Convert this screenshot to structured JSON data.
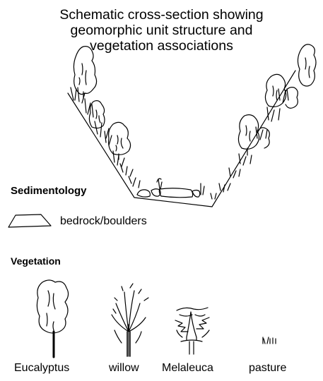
{
  "title_lines": [
    "Schematic cross-section showing",
    "geomorphic unit structure and",
    "vegetation associations"
  ],
  "legend": {
    "sedimentology": {
      "heading": "Sedimentology",
      "items": [
        {
          "label": "bedrock/boulders",
          "icon": "boulder-icon"
        }
      ]
    },
    "vegetation": {
      "heading": "Vegetation",
      "items": [
        {
          "label": "Eucalyptus",
          "icon": "eucalyptus-icon"
        },
        {
          "label": "willow",
          "icon": "willow-icon"
        },
        {
          "label": "Melaleuca",
          "icon": "melaleuca-icon"
        },
        {
          "label": "pasture",
          "icon": "pasture-icon"
        }
      ]
    }
  },
  "colors": {
    "ink": "#000000",
    "background": "#ffffff"
  }
}
